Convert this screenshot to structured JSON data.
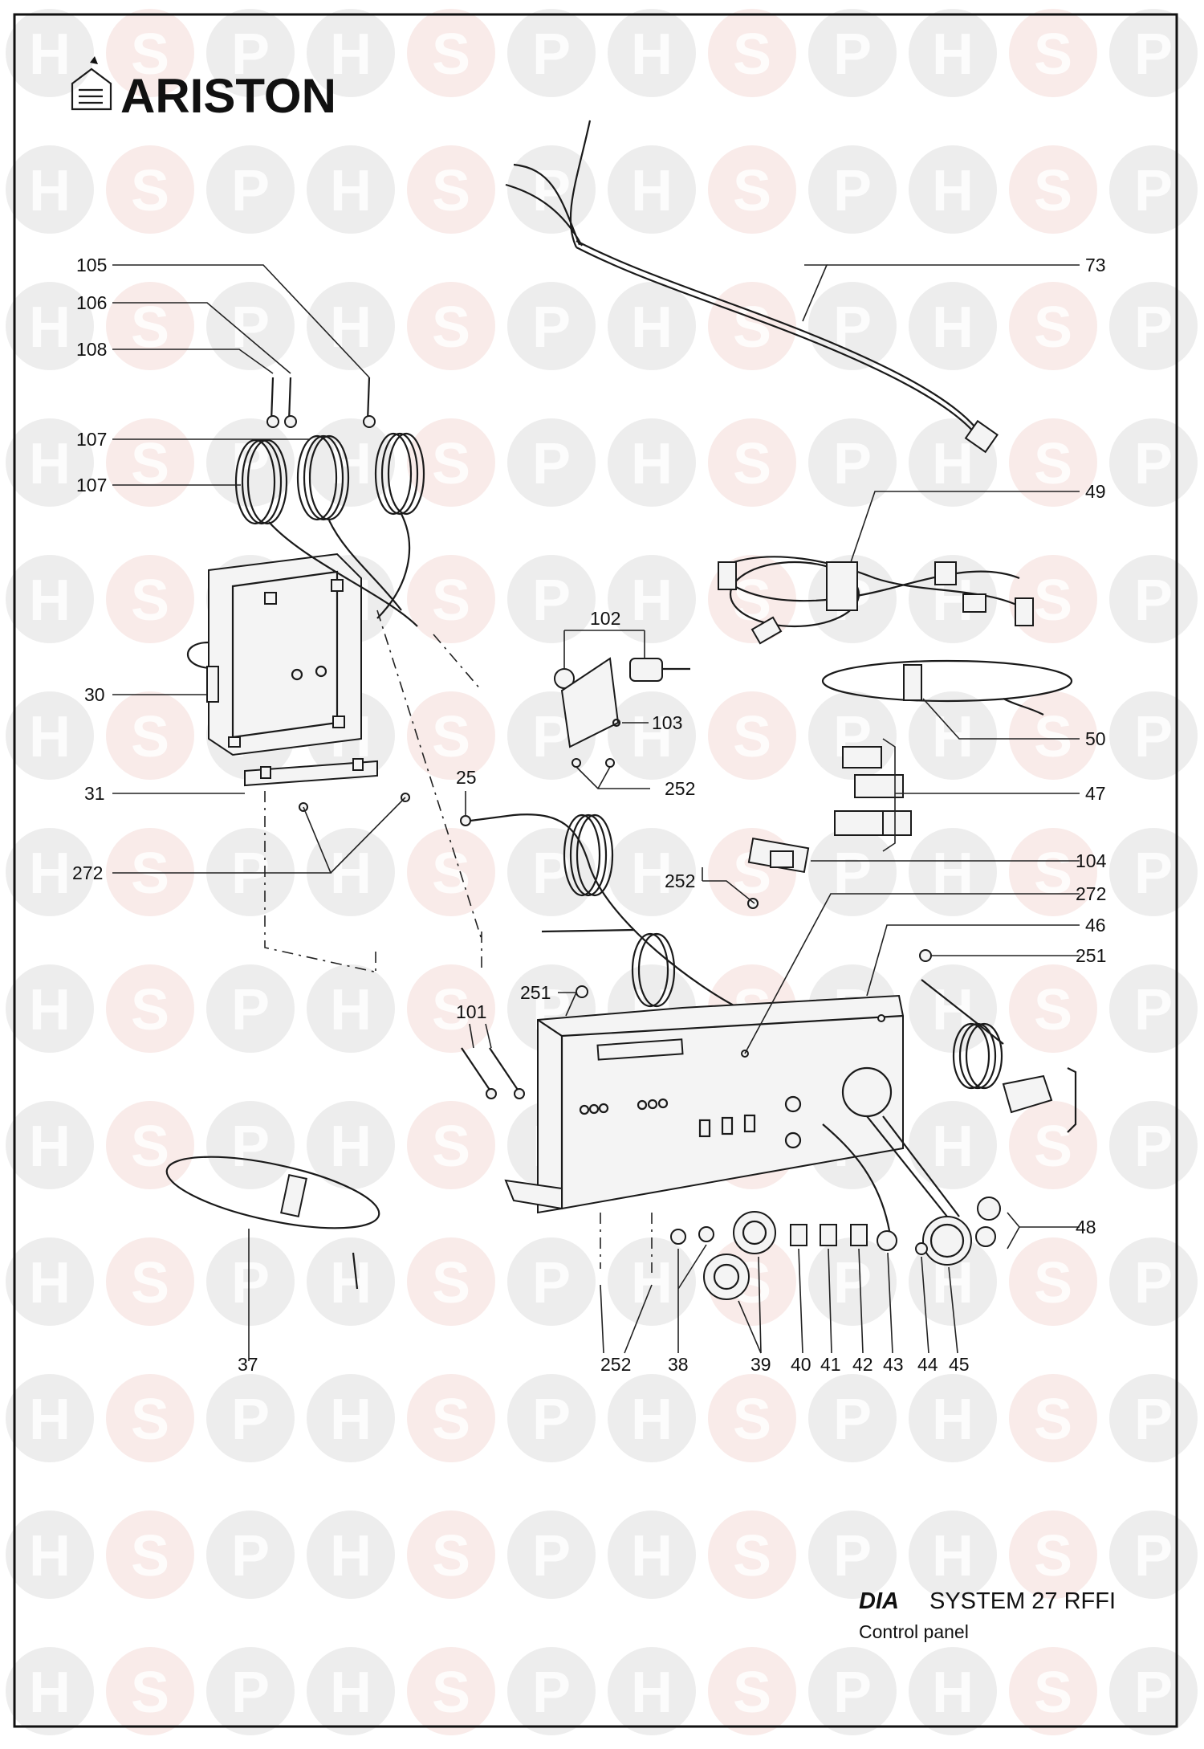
{
  "brand": {
    "name": "ARISTON"
  },
  "model": {
    "prefix": "DIA",
    "name": "SYSTEM 27 RFFI",
    "subtitle": "Control panel"
  },
  "watermark": {
    "letters": [
      "H",
      "S",
      "P"
    ]
  },
  "colors": {
    "ink": "#111111",
    "watermark_red": "#c0392b",
    "watermark_grey": "#000000"
  },
  "labels": {
    "l105": "105",
    "l106": "106",
    "l108": "108",
    "l107a": "107",
    "l107b": "107",
    "l30": "30",
    "l31": "31",
    "l272a": "272",
    "l25": "25",
    "l102": "102",
    "l103": "103",
    "l252a": "252",
    "l73": "73",
    "l49": "49",
    "l50": "50",
    "l47": "47",
    "l104": "104",
    "l252b": "252",
    "l272b": "272",
    "l46": "46",
    "l251a": "251",
    "l251b": "251",
    "l101": "101",
    "l48": "48",
    "l37": "37",
    "l252c": "252",
    "l38": "38",
    "l39": "39",
    "l40": "40",
    "l41": "41",
    "l42": "42",
    "l43": "43",
    "l44": "44",
    "l45": "45"
  }
}
